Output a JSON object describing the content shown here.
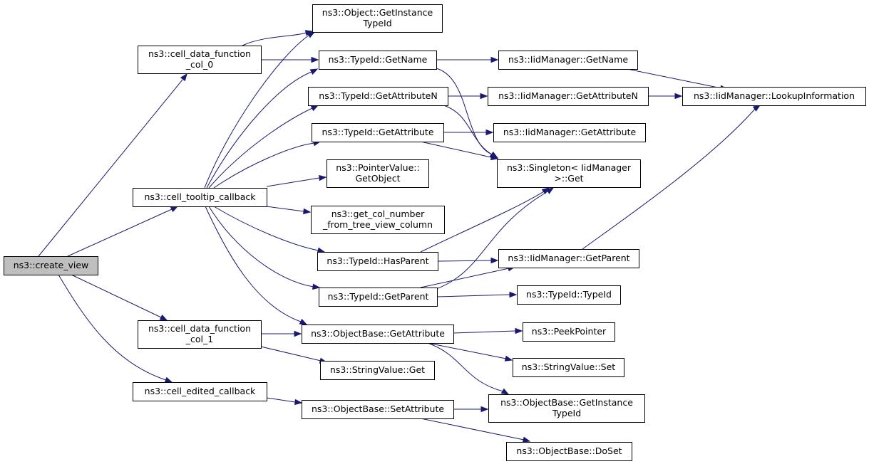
{
  "graph": {
    "nodes": [
      {
        "id": "create_view",
        "lines": [
          "ns3::create_view"
        ],
        "root": true
      },
      {
        "id": "cdf0",
        "lines": [
          "ns3::cell_data_function",
          "_col_0"
        ]
      },
      {
        "id": "tooltip",
        "lines": [
          "ns3::cell_tooltip_callback"
        ]
      },
      {
        "id": "cdf1",
        "lines": [
          "ns3::cell_data_function",
          "_col_1"
        ]
      },
      {
        "id": "edited",
        "lines": [
          "ns3::cell_edited_callback"
        ]
      },
      {
        "id": "obj_getinst",
        "lines": [
          "ns3::Object::GetInstance",
          "TypeId"
        ]
      },
      {
        "id": "tid_getname",
        "lines": [
          "ns3::TypeId::GetName"
        ]
      },
      {
        "id": "tid_getattrn",
        "lines": [
          "ns3::TypeId::GetAttributeN"
        ]
      },
      {
        "id": "tid_getattr",
        "lines": [
          "ns3::TypeId::GetAttribute"
        ]
      },
      {
        "id": "ptr_getobj",
        "lines": [
          "ns3::PointerValue::",
          "GetObject"
        ]
      },
      {
        "id": "getcol",
        "lines": [
          "ns3::get_col_number",
          "_from_tree_view_column"
        ]
      },
      {
        "id": "tid_hasparent",
        "lines": [
          "ns3::TypeId::HasParent"
        ]
      },
      {
        "id": "tid_getparent",
        "lines": [
          "ns3::TypeId::GetParent"
        ]
      },
      {
        "id": "ob_getattr",
        "lines": [
          "ns3::ObjectBase::GetAttribute"
        ]
      },
      {
        "id": "sv_get",
        "lines": [
          "ns3::StringValue::Get"
        ]
      },
      {
        "id": "ob_setattr",
        "lines": [
          "ns3::ObjectBase::SetAttribute"
        ]
      },
      {
        "id": "iid_getname",
        "lines": [
          "ns3::IidManager::GetName"
        ]
      },
      {
        "id": "iid_getattrn",
        "lines": [
          "ns3::IidManager::GetAttributeN"
        ]
      },
      {
        "id": "iid_getattr",
        "lines": [
          "ns3::IidManager::GetAttribute"
        ]
      },
      {
        "id": "singleton",
        "lines": [
          "ns3::Singleton< IidManager",
          ">::Get"
        ]
      },
      {
        "id": "iid_getparent",
        "lines": [
          "ns3::IidManager::GetParent"
        ]
      },
      {
        "id": "tid_typeid",
        "lines": [
          "ns3::TypeId::TypeId"
        ]
      },
      {
        "id": "peekptr",
        "lines": [
          "ns3::PeekPointer"
        ]
      },
      {
        "id": "sv_set",
        "lines": [
          "ns3::StringValue::Set"
        ]
      },
      {
        "id": "ob_getinst",
        "lines": [
          "ns3::ObjectBase::GetInstance",
          "TypeId"
        ]
      },
      {
        "id": "ob_doset",
        "lines": [
          "ns3::ObjectBase::DoSet"
        ]
      },
      {
        "id": "iid_lookup",
        "lines": [
          "ns3::IidManager::LookupInformation"
        ]
      }
    ],
    "edges": [
      {
        "from": "create_view",
        "to": "cdf0"
      },
      {
        "from": "create_view",
        "to": "tooltip"
      },
      {
        "from": "create_view",
        "to": "cdf1"
      },
      {
        "from": "create_view",
        "to": "edited"
      },
      {
        "from": "cdf0",
        "to": "obj_getinst"
      },
      {
        "from": "cdf0",
        "to": "tid_getname"
      },
      {
        "from": "tooltip",
        "to": "obj_getinst"
      },
      {
        "from": "tooltip",
        "to": "tid_getname"
      },
      {
        "from": "tooltip",
        "to": "tid_getattrn"
      },
      {
        "from": "tooltip",
        "to": "tid_getattr"
      },
      {
        "from": "tooltip",
        "to": "ptr_getobj"
      },
      {
        "from": "tooltip",
        "to": "getcol"
      },
      {
        "from": "tooltip",
        "to": "tid_hasparent"
      },
      {
        "from": "tooltip",
        "to": "tid_getparent"
      },
      {
        "from": "tooltip",
        "to": "ob_getattr"
      },
      {
        "from": "cdf1",
        "to": "ob_getattr"
      },
      {
        "from": "cdf1",
        "to": "sv_get"
      },
      {
        "from": "edited",
        "to": "ob_setattr"
      },
      {
        "from": "tid_getname",
        "to": "iid_getname"
      },
      {
        "from": "tid_getname",
        "to": "singleton"
      },
      {
        "from": "tid_getattrn",
        "to": "iid_getattrn"
      },
      {
        "from": "tid_getattrn",
        "to": "singleton"
      },
      {
        "from": "tid_getattr",
        "to": "iid_getattr"
      },
      {
        "from": "tid_getattr",
        "to": "singleton"
      },
      {
        "from": "tid_hasparent",
        "to": "singleton"
      },
      {
        "from": "tid_hasparent",
        "to": "iid_getparent"
      },
      {
        "from": "tid_getparent",
        "to": "singleton"
      },
      {
        "from": "tid_getparent",
        "to": "iid_getparent"
      },
      {
        "from": "tid_getparent",
        "to": "tid_typeid"
      },
      {
        "from": "ob_getattr",
        "to": "peekptr"
      },
      {
        "from": "ob_getattr",
        "to": "sv_set"
      },
      {
        "from": "ob_getattr",
        "to": "ob_getinst"
      },
      {
        "from": "ob_setattr",
        "to": "ob_getinst"
      },
      {
        "from": "ob_setattr",
        "to": "ob_doset"
      },
      {
        "from": "iid_getname",
        "to": "iid_lookup"
      },
      {
        "from": "iid_getattrn",
        "to": "iid_lookup"
      },
      {
        "from": "iid_getparent",
        "to": "iid_lookup"
      }
    ]
  },
  "colors": {
    "edge": "#191970",
    "node_border": "#000000",
    "node_fill": "#ffffff",
    "root_fill": "#bfbfbf"
  }
}
